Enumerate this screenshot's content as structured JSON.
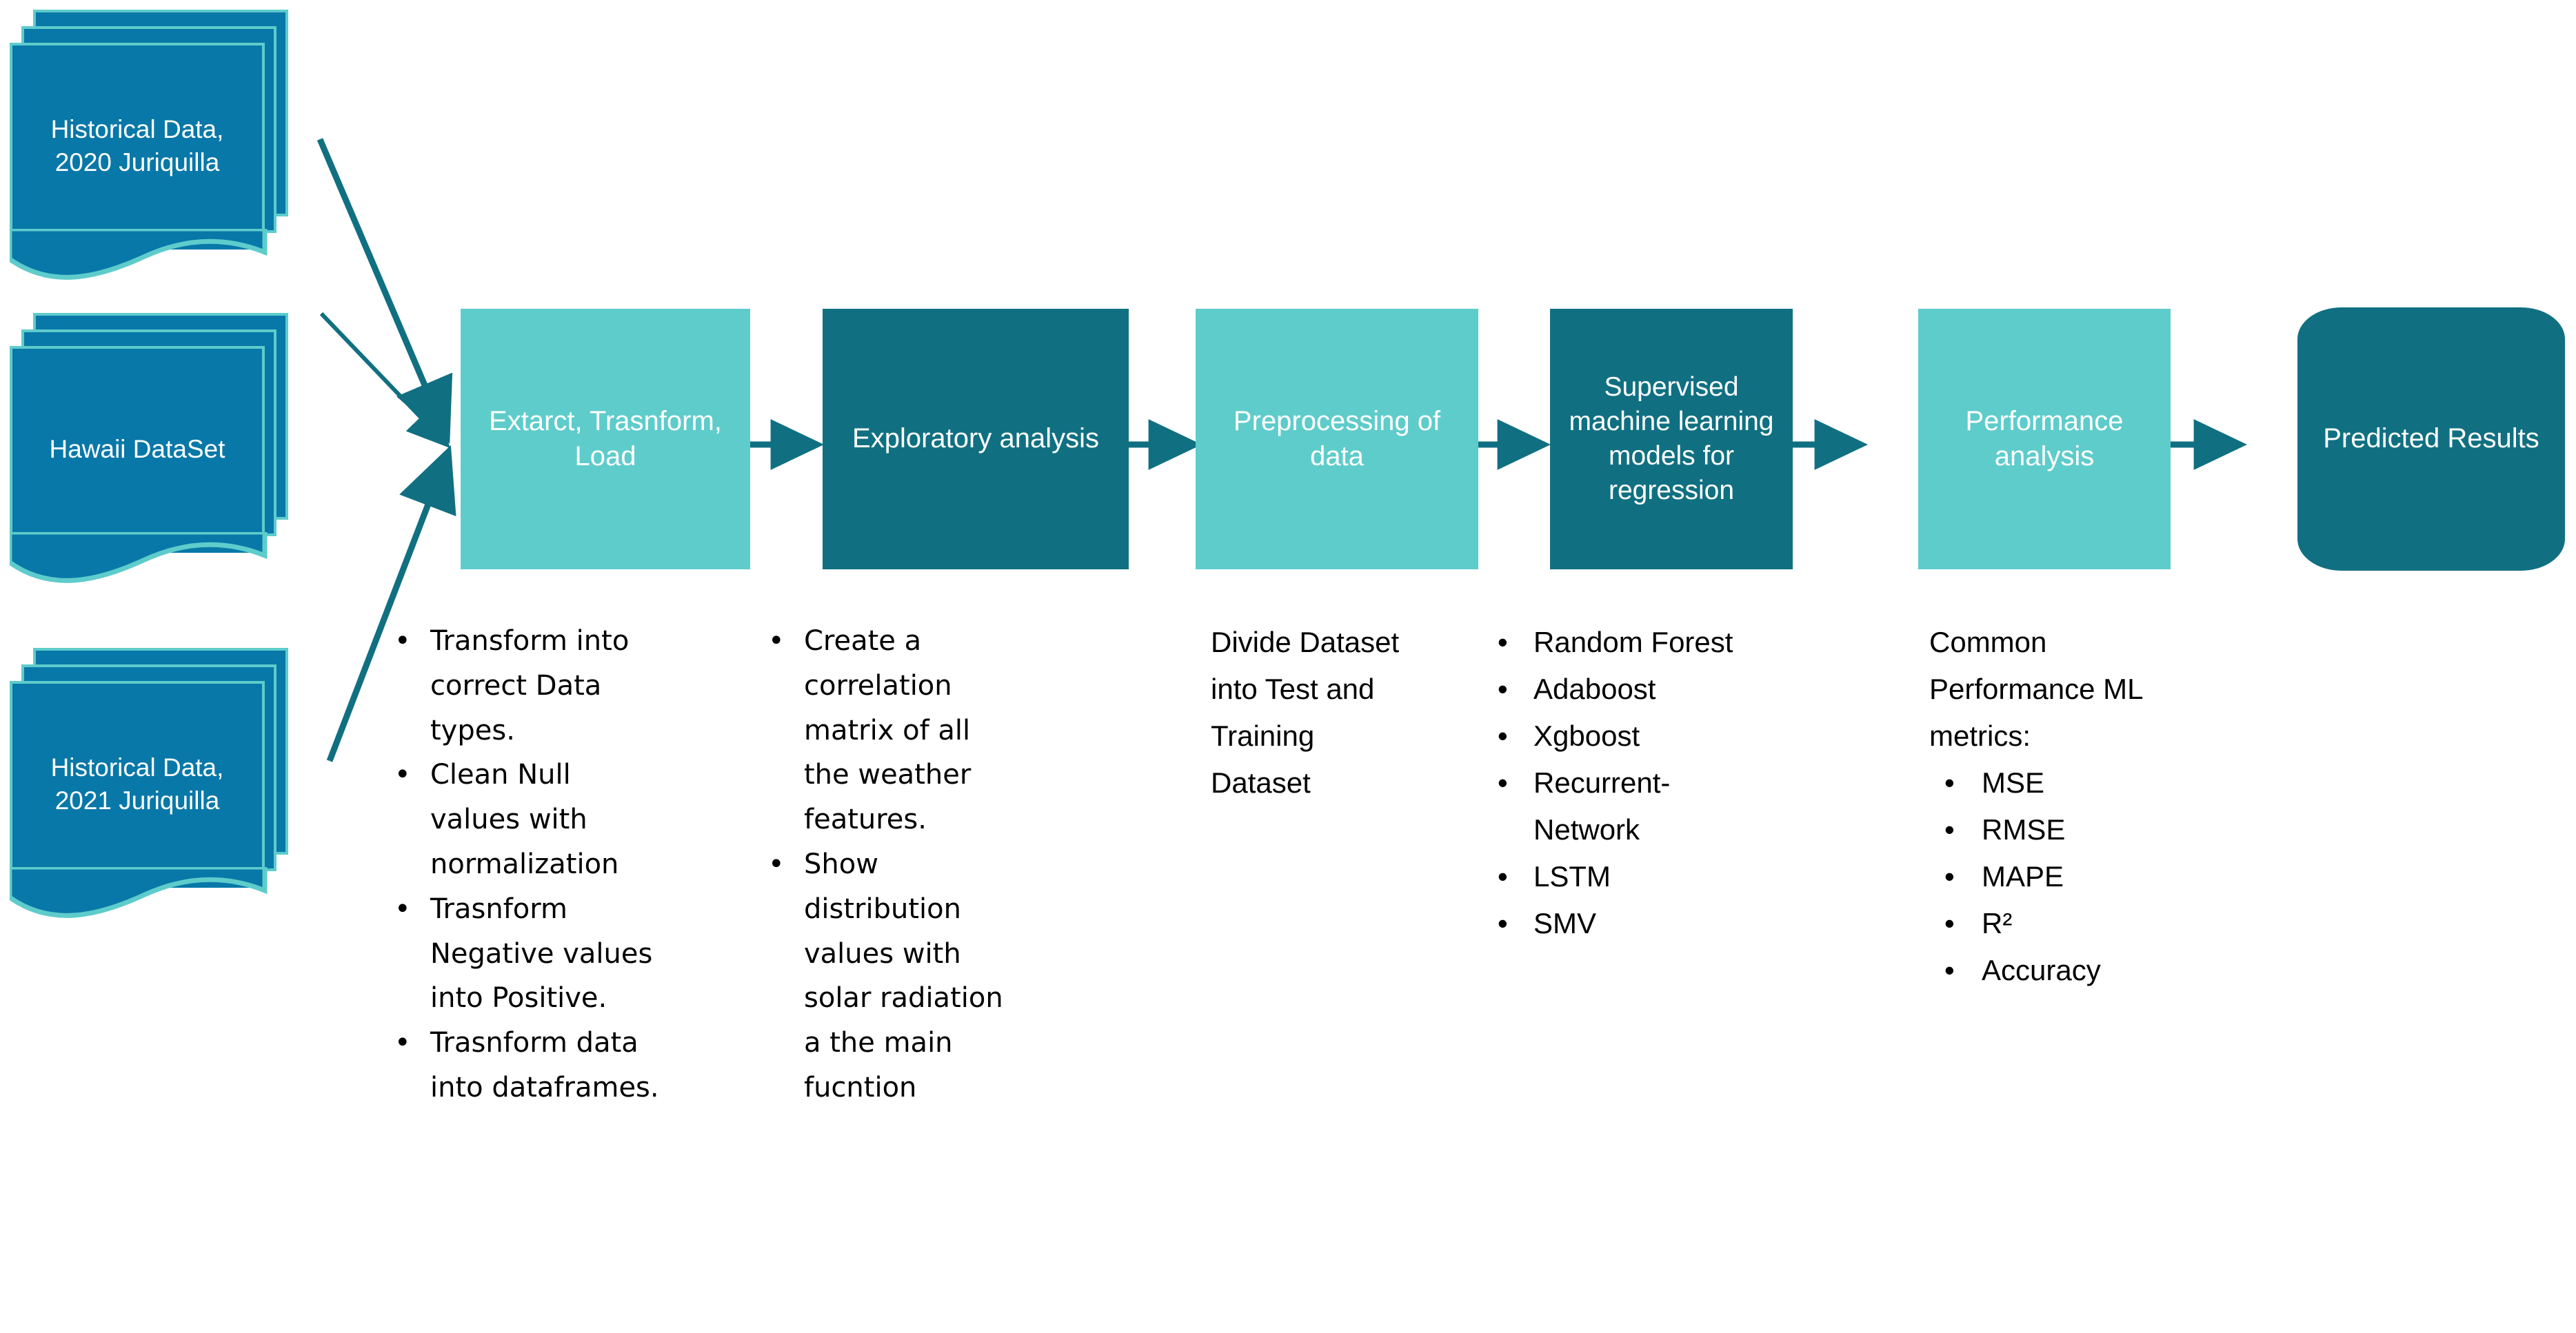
{
  "colors": {
    "doc_fill": "#0878A8",
    "doc_border": "#5ECCCB",
    "box_light": "#5ECCCB",
    "box_dark": "#107082",
    "arrow": "#107082",
    "box_text": "#FFFFFF",
    "body_text": "#000000",
    "background": "#FFFFFF"
  },
  "sources": [
    {
      "name": "historical-data-2020",
      "label": "Historical Data, 2020 Juriquilla"
    },
    {
      "name": "hawaii-dataset",
      "label": "Hawaii DataSet"
    },
    {
      "name": "historical-data-2021",
      "label": "Historical Data, 2021 Juriquilla"
    }
  ],
  "stages": [
    {
      "name": "etl",
      "label": "Extarct, Trasnform, Load",
      "style": "light"
    },
    {
      "name": "exploratory-analysis",
      "label": "Exploratory analysis",
      "style": "dark"
    },
    {
      "name": "preprocessing",
      "label": "Preprocessing of data",
      "style": "light"
    },
    {
      "name": "supervised-models",
      "label": "Supervised machine learning models for regression",
      "style": "dark"
    },
    {
      "name": "performance-analysis",
      "label": "Performance analysis",
      "style": "light"
    },
    {
      "name": "predicted-results",
      "label": "Predicted Results",
      "style": "terminator"
    }
  ],
  "details": {
    "etl": {
      "kind": "bullets",
      "items": [
        "Transform into correct Data types.",
        "Clean Null values with normalization",
        "Trasnform Negative values into Positive.",
        "Trasnform data into dataframes."
      ]
    },
    "exploratory": {
      "kind": "bullets",
      "items": [
        "Create a correlation matrix of all the weather features.",
        "Show distribution values with solar radiation a the main fucntion"
      ]
    },
    "preprocessing": {
      "kind": "plain",
      "text": "Divide Dataset into Test and Training Dataset"
    },
    "models": {
      "kind": "bullets",
      "items": [
        "Random Forest",
        "Adaboost",
        "Xgboost",
        "Recurrent-Network",
        "LSTM",
        "SMV"
      ]
    },
    "performance": {
      "kind": "heading-bullets",
      "heading": "Common Performance ML metrics:",
      "items": [
        "MSE",
        "RMSE",
        "MAPE",
        "R²",
        "Accuracy"
      ]
    }
  },
  "flow": {
    "source_to_etl_count": 3,
    "stage_arrow_count": 5
  }
}
